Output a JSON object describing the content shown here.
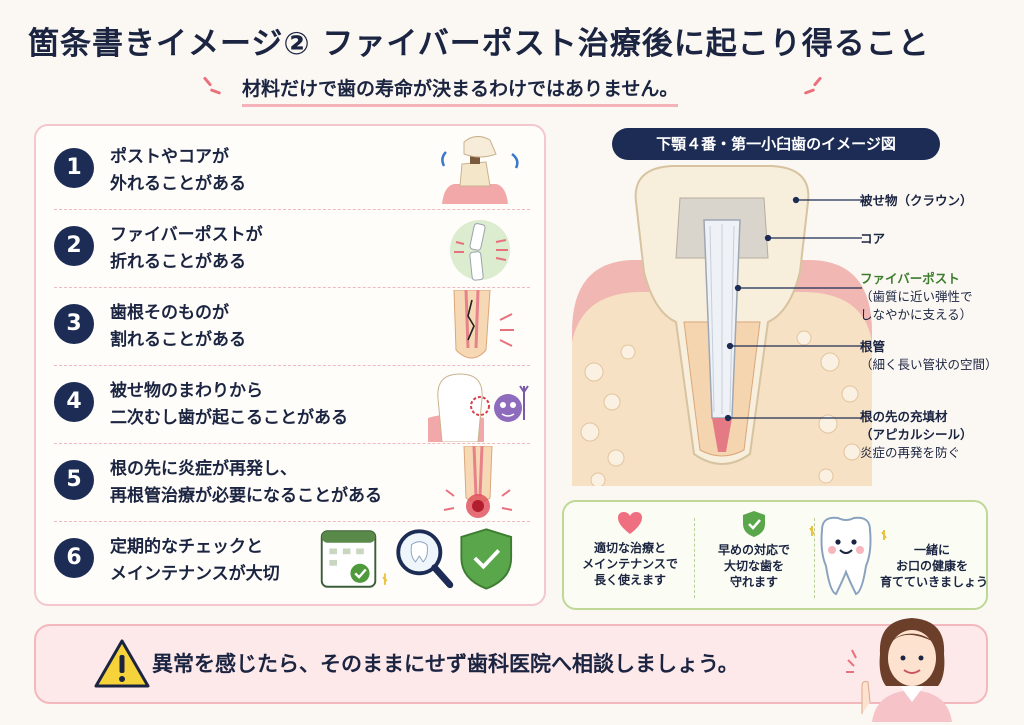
{
  "title": "箇条書きイメージ② ファイバーポスト治療後に起こり得ること",
  "subtitle": "材料だけで歯の寿命が決まるわけではありません。",
  "items": [
    {
      "num": "1",
      "line1": "ポストやコアが",
      "line2": "外れることがある"
    },
    {
      "num": "2",
      "line1": "ファイバーポストが",
      "line2": "折れることがある"
    },
    {
      "num": "3",
      "line1": "歯根そのものが",
      "line2": "割れることがある"
    },
    {
      "num": "4",
      "line1": "被せ物のまわりから",
      "line2": "二次むし歯が起こることがある"
    },
    {
      "num": "5",
      "line1": "根の先に炎症が再発し、",
      "line2": "再根管治療が必要になることがある"
    },
    {
      "num": "6",
      "line1": "定期的なチェックと",
      "line2": "メインテナンスが大切"
    }
  ],
  "diagram": {
    "label": "下顎４番・第一小臼歯のイメージ図",
    "callouts": {
      "crown": "被せ物（クラウン）",
      "core": "コア",
      "post": "ファイバーポスト",
      "post_sub1": "（歯質に近い弾性で",
      "post_sub2": "しなやかに支える）",
      "canal": "根管",
      "canal_sub": "（細く長い管状の空間）",
      "apex": "根の先の充填材",
      "apex_sub1": "（アピカルシール）",
      "apex_sub2": "炎症の再発を防ぐ"
    }
  },
  "benefits": [
    {
      "line1": "適切な治療と",
      "line2": "メインテナンスで",
      "line3": "長く使えます",
      "icon": "heart-icon"
    },
    {
      "line1": "早めの対応で",
      "line2": "大切な歯を",
      "line3": "守れます",
      "icon": "shield-check-icon"
    },
    {
      "line1": "一緒に",
      "line2": "お口の健康を",
      "line3": "育てていきましょう",
      "icon": "smiling-tooth-icon"
    }
  ],
  "alert": "異常を感じたら、そのままにせず歯科医院へ相談しましょう。",
  "colors": {
    "navy": "#1d2c54",
    "pink": "#f3b8be",
    "green": "#3c7d2c",
    "alert_yellow": "#f7d33b"
  }
}
